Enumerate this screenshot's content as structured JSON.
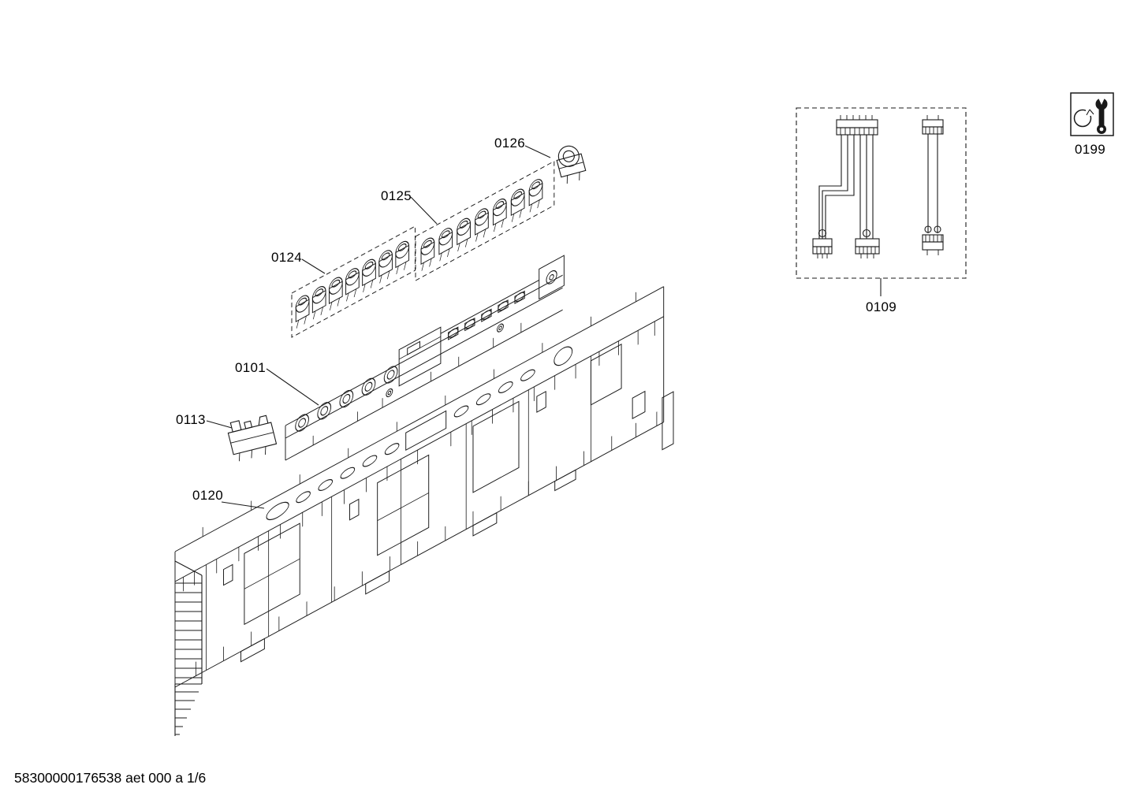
{
  "labels": {
    "p0101": "0101",
    "p0109": "0109",
    "p0113": "0113",
    "p0120": "0120",
    "p0124": "0124",
    "p0125": "0125",
    "p0126": "0126",
    "p0199": "0199"
  },
  "icons": {
    "service": "wrench-icon"
  },
  "colors": {
    "line": "#1a1a1a",
    "background": "#ffffff"
  },
  "document": {
    "footer_id": "58300000176538 aet 000 a 1/6"
  }
}
